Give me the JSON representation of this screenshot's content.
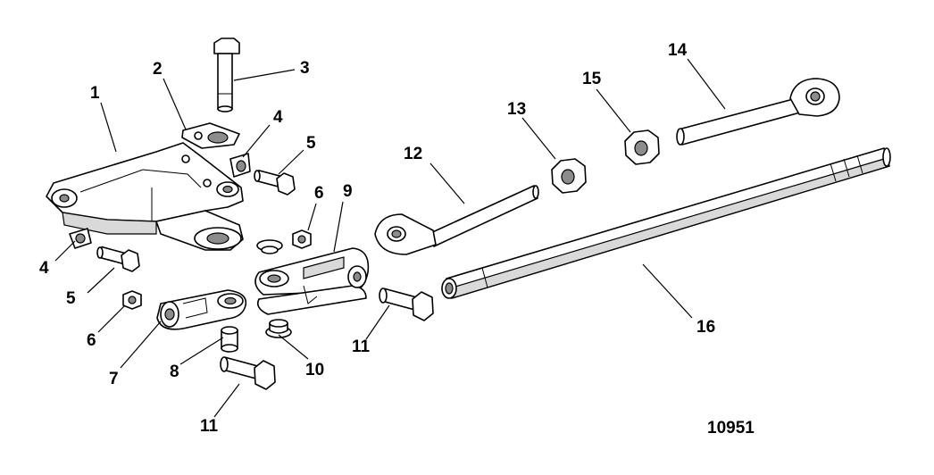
{
  "callouts": {
    "c1": "1",
    "c2": "2",
    "c3": "3",
    "c4a": "4",
    "c4b": "4",
    "c5a": "5",
    "c5b": "5",
    "c6a": "6",
    "c6b": "6",
    "c7": "7",
    "c8": "8",
    "c9": "9",
    "c10": "10",
    "c11a": "11",
    "c11b": "11",
    "c12": "12",
    "c13": "13",
    "c14": "14",
    "c15": "15",
    "c16": "16"
  },
  "figure_number": "10951"
}
